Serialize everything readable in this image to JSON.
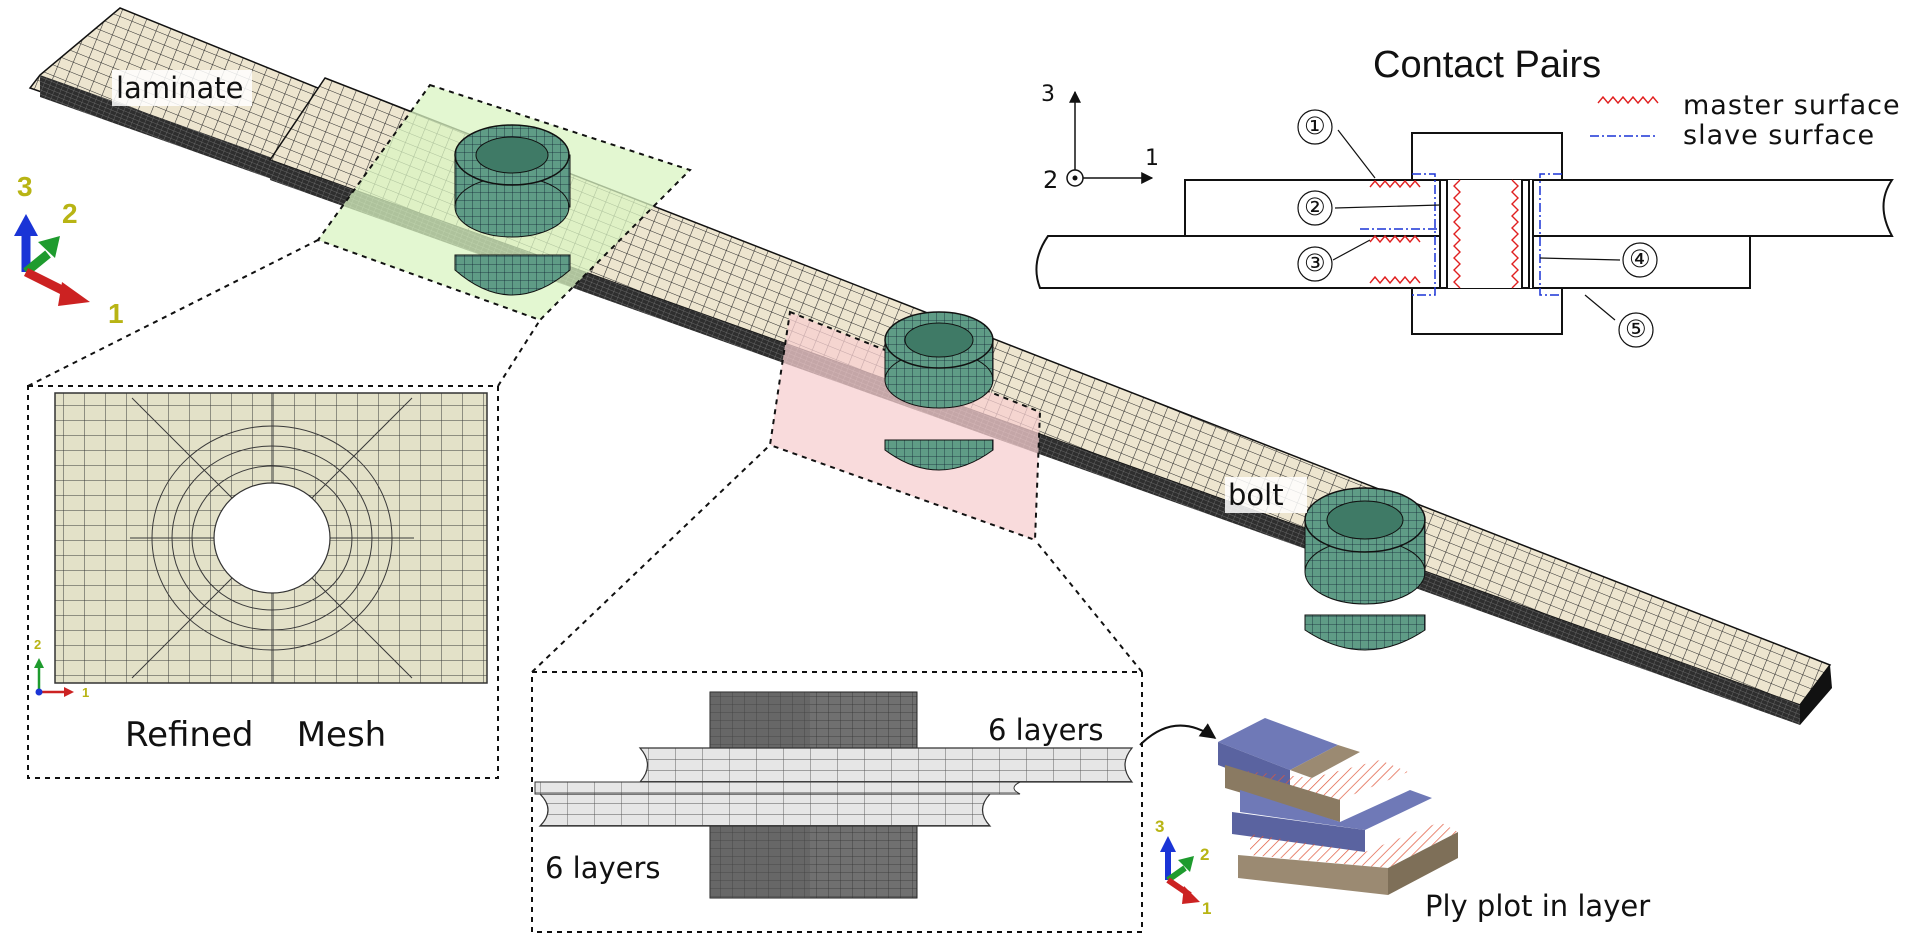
{
  "labels": {
    "laminate": "laminate",
    "bolt": "bolt",
    "refined_mesh": "Refined    Mesh",
    "six_layers_top": "6 layers",
    "six_layers_bottom": "6 layers",
    "ply_plot": "Ply plot in layer"
  },
  "axes_main": {
    "x": "1",
    "y": "2",
    "z": "3"
  },
  "axes_small": {
    "x": "1",
    "y": "2"
  },
  "axes_ply": {
    "x": "1",
    "y": "2",
    "z": "3"
  },
  "contact": {
    "title": "Contact Pairs",
    "axis_vertical": "3",
    "axis_horizontal": "1",
    "axis_out": "2",
    "legend_master": "master surface",
    "legend_slave": "slave surface",
    "markers": [
      "①",
      "②",
      "③",
      "④",
      "⑤"
    ]
  },
  "colors": {
    "laminate": "#f1ead6",
    "bolt": "#5f9c86",
    "green_zone": "#d9f4c2",
    "pink_zone": "#f7cfd0",
    "master": "#e02020",
    "slave": "#1a34d6",
    "ply_blue": "#6f79b7",
    "ply_tan": "#9b8a72"
  }
}
